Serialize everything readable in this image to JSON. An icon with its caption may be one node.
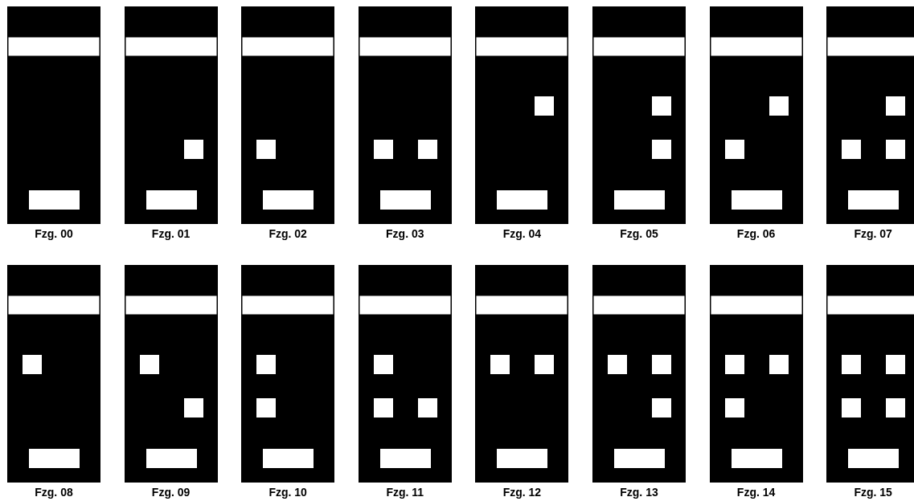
{
  "diagram": {
    "nodes": [
      {
        "text": [],
        "shape": "box",
        "beside": [
          "Fzg. 00"
        ]
      },
      {
        "text": [],
        "shape": "box",
        "beside": [
          "Fzg. 01"
        ]
      },
      {
        "text": [],
        "shape": "box",
        "beside": [
          "Fzg. 02"
        ]
      },
      {
        "text": [],
        "shape": "box",
        "beside": [
          "Fzg. 03"
        ]
      },
      {
        "text": [],
        "shape": "box",
        "beside": [
          "Fzg. 04"
        ]
      },
      {
        "text": [],
        "shape": "box",
        "beside": [
          "Fzg. 05"
        ]
      },
      {
        "text": [],
        "shape": "box",
        "beside": [
          "Fzg. 06"
        ]
      },
      {
        "text": [],
        "shape": "box",
        "beside": [
          "Fzg. 07"
        ]
      },
      {
        "text": [],
        "shape": "box",
        "beside": [
          "Fzg. 08"
        ]
      },
      {
        "text": [],
        "shape": "box",
        "beside": [
          "Fzg. 09"
        ]
      },
      {
        "text": [],
        "shape": "box",
        "beside": [
          "Fzg. 10"
        ]
      },
      {
        "text": [],
        "shape": "box",
        "beside": [
          "Fzg. 11"
        ]
      },
      {
        "text": [],
        "shape": "box",
        "beside": [
          "Fzg. 12"
        ]
      },
      {
        "text": [],
        "shape": "box",
        "beside": [
          "Fzg. 13"
        ]
      },
      {
        "text": [],
        "shape": "box",
        "beside": [
          "Fzg. 14"
        ]
      },
      {
        "text": [],
        "shape": "box",
        "beside": [
          "Fzg. 15"
        ]
      }
    ]
  }
}
